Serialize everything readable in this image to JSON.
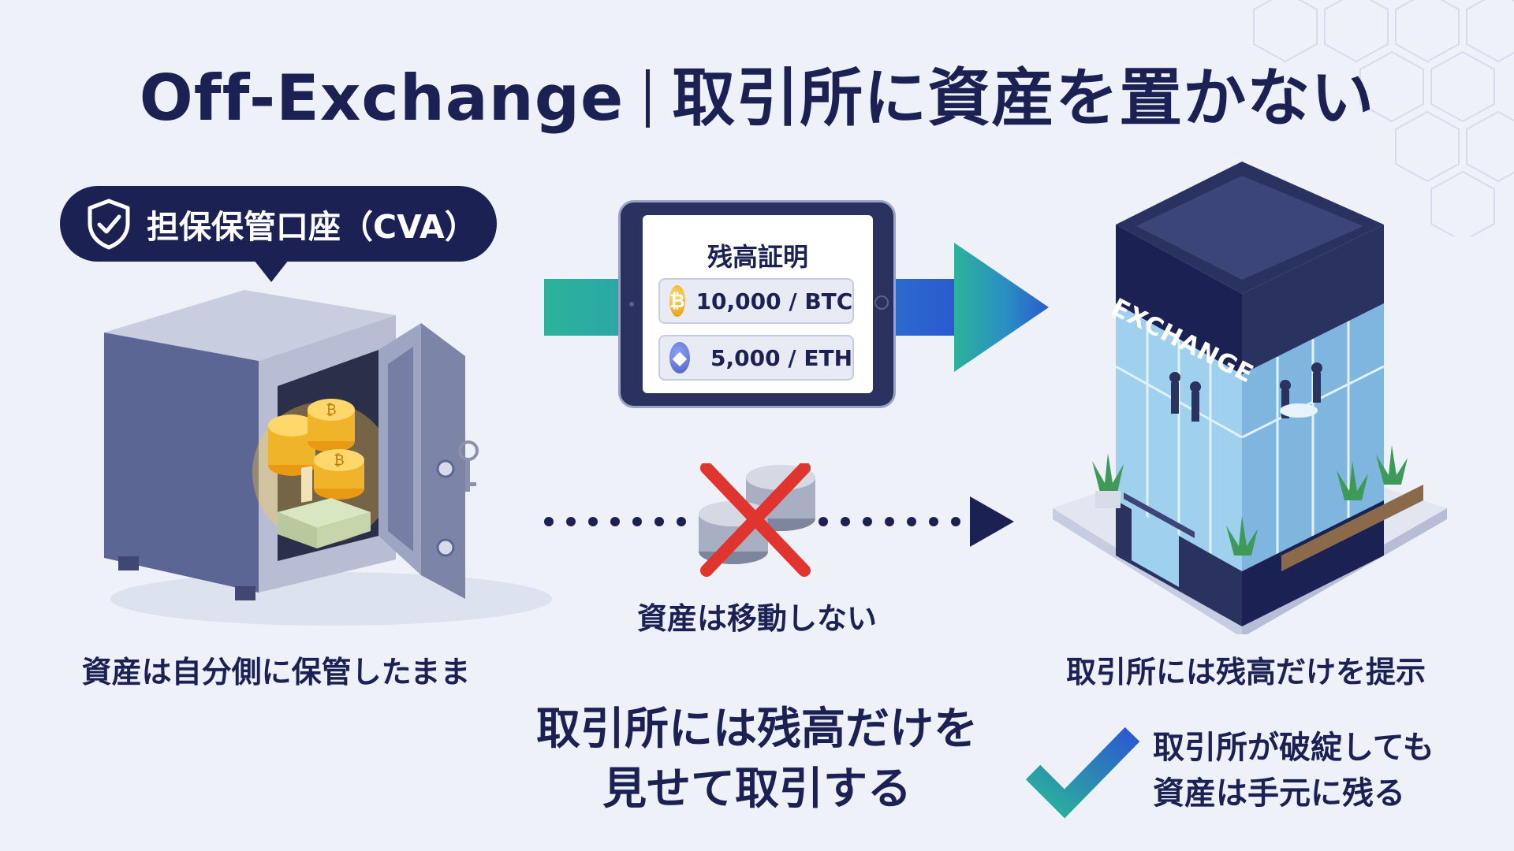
{
  "title": {
    "left": "Off-Exchange",
    "right": "取引所に資産を置かない"
  },
  "badge": {
    "label": "担保保管口座（CVA）",
    "icon": "shield-check-icon"
  },
  "vault": {
    "caption": "資産は自分側に保管したまま"
  },
  "tablet": {
    "title": "残高証明",
    "rows": [
      {
        "coin": "BTC",
        "icon": "bitcoin-icon",
        "symbol": "₿",
        "value": "10,000 / BTC"
      },
      {
        "coin": "ETH",
        "icon": "ethereum-icon",
        "symbol": "◆",
        "value": "5,000 / ETH"
      }
    ]
  },
  "no_move": {
    "caption": "資産は移動しない"
  },
  "exchange": {
    "sign": "EXCHANGE",
    "caption": "取引所には残高だけを提示"
  },
  "bottom": {
    "line1": "取引所には残高だけを",
    "line2": "見せて取引する"
  },
  "note": {
    "line1": "取引所が破綻しても",
    "line2": "資産は手元に残る"
  },
  "colors": {
    "navy": "#1b2253",
    "teal": "#2bb39a",
    "blue": "#2b66c9",
    "red_x": "#e0352f",
    "gold": "#f0b42a"
  }
}
